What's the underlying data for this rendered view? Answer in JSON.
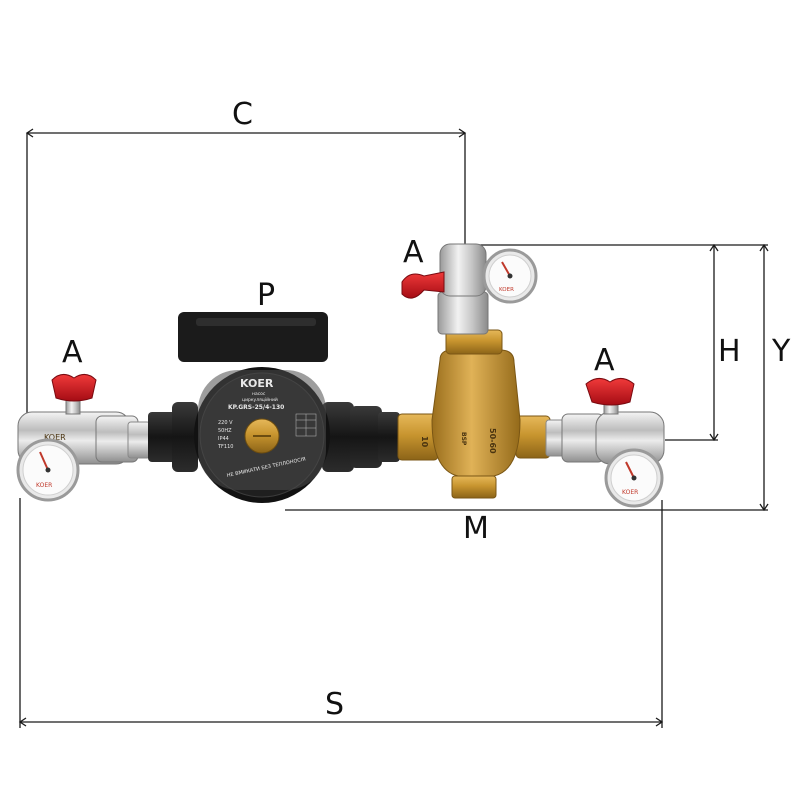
{
  "dimensions": {
    "C": "C",
    "A_top": "A",
    "P": "P",
    "A_left": "A",
    "A_right": "A",
    "H": "H",
    "Y": "Y",
    "M": "M",
    "S": "S"
  },
  "pump": {
    "brand": "KOER",
    "type_line": "насос",
    "type_line2": "циркуляційний",
    "model": "KP.GRS-25/4-130",
    "spec_voltage": "220 V",
    "spec_freq": "50HZ",
    "spec_ip": "IP44",
    "spec_tf": "TF110",
    "warning": "НЕ ВМИКАТИ БЕЗ ТЕПЛОНОСІЯ"
  },
  "gauge_brand": "KOER",
  "valve_brand": "KOER",
  "mixer_markings": [
    "10",
    "BSP",
    "50-60"
  ],
  "colors": {
    "handle": "#d4101c",
    "brass": "#c8952f",
    "chrome": "#cfcfcf",
    "pump": "#262626",
    "line": "#1a1a1a"
  }
}
